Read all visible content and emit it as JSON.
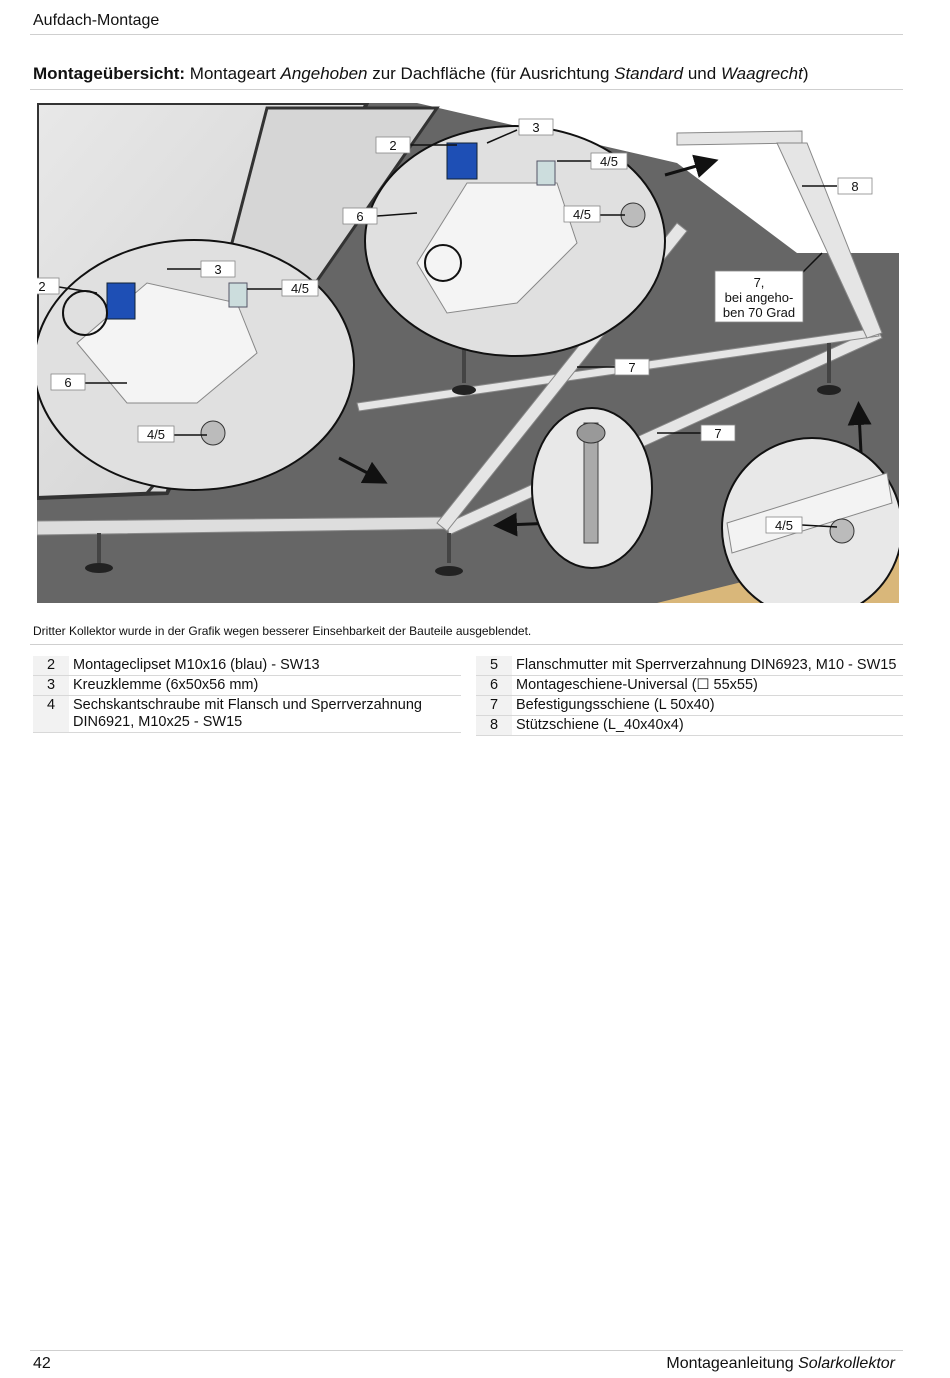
{
  "header": {
    "section": "Aufdach-Montage"
  },
  "title": {
    "bold": "Montageübersicht:",
    "part1": " Montageart ",
    "em1": "Angehoben",
    "part2": " zur Dachfläche (für Ausrichtung ",
    "em2": "Standard",
    "part3": " und ",
    "em3": "Waagrecht",
    "part4": ")"
  },
  "figure": {
    "labels": {
      "l2a": "2",
      "l3a": "3",
      "l45a": "4/5",
      "l6a": "6",
      "l45b": "4/5",
      "l2b": "2",
      "l3b": "3",
      "l45c": "4/5",
      "l6b": "6",
      "l45d": "4/5",
      "l8": "8",
      "l7note_1": "7,",
      "l7note_2": "bei angeho-",
      "l7note_3": "ben 70 Grad",
      "l7a": "7",
      "l7b": "7",
      "l45e": "4/5"
    }
  },
  "caption": "Dritter Kollektor wurde in der Grafik wegen besserer Einsehbarkeit der Bauteile ausgeblendet.",
  "parts_left": [
    {
      "num": "2",
      "desc": "Montageclipset M10x16 (blau) - SW13"
    },
    {
      "num": "3",
      "desc": "Kreuzklemme (6x50x56 mm)"
    },
    {
      "num": "4",
      "desc": "Sechskantschraube mit Flansch und Sperrverzahnung DIN6921, M10x25 - SW15"
    }
  ],
  "parts_right": [
    {
      "num": "5",
      "desc": "Flanschmutter mit Sperrverzahnung DIN6923, M10 - SW15"
    },
    {
      "num": "6",
      "desc": "Montageschiene-Universal (☐ 55x55)"
    },
    {
      "num": "7",
      "desc": "Befestigungsschiene (L 50x40)"
    },
    {
      "num": "8",
      "desc": "Stützschiene (L_40x40x4)"
    }
  ],
  "footer": {
    "page": "42",
    "doc_plain": "Montageanleitung ",
    "doc_em": "Solarkollektor"
  }
}
